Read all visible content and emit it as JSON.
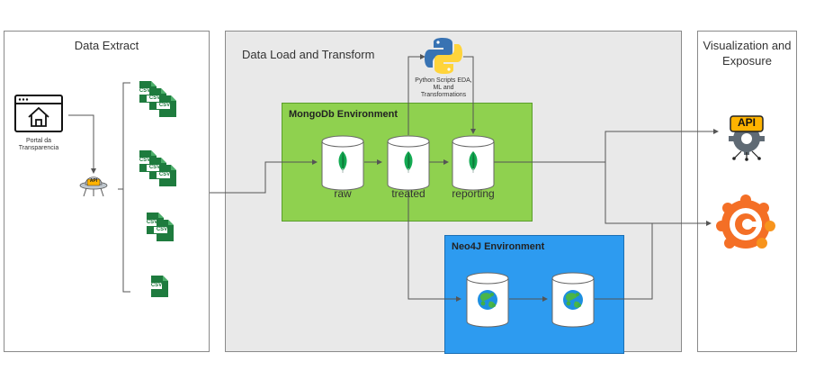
{
  "panels": {
    "extract": "Data Extract",
    "transform": "Data Load and Transform",
    "visualization": "Visualization and Exposure"
  },
  "environments": {
    "mongo": "MongoDb Environment",
    "neo4j": "Neo4J Environment"
  },
  "databases": {
    "raw": "raw",
    "treated": "treated",
    "reporting": "reporting"
  },
  "portal_label": "Portal da Transparencia",
  "python_label": "Python Scripts EDA, ML and Transformations",
  "csv_text": "CSV",
  "api_text": "API",
  "icons": [
    "browser-home-icon",
    "api-robot-icon",
    "csv-file-icon",
    "python-logo-icon",
    "mongodb-leaf-icon",
    "neo4j-globe-icon",
    "api-gear-icon",
    "grafana-logo-icon"
  ],
  "colors": {
    "mongo_env": "#8fd14f",
    "neo4j_env": "#2d9bf0",
    "csv_green": "#1e7b3e",
    "grafana_orange": "#f46f26"
  }
}
